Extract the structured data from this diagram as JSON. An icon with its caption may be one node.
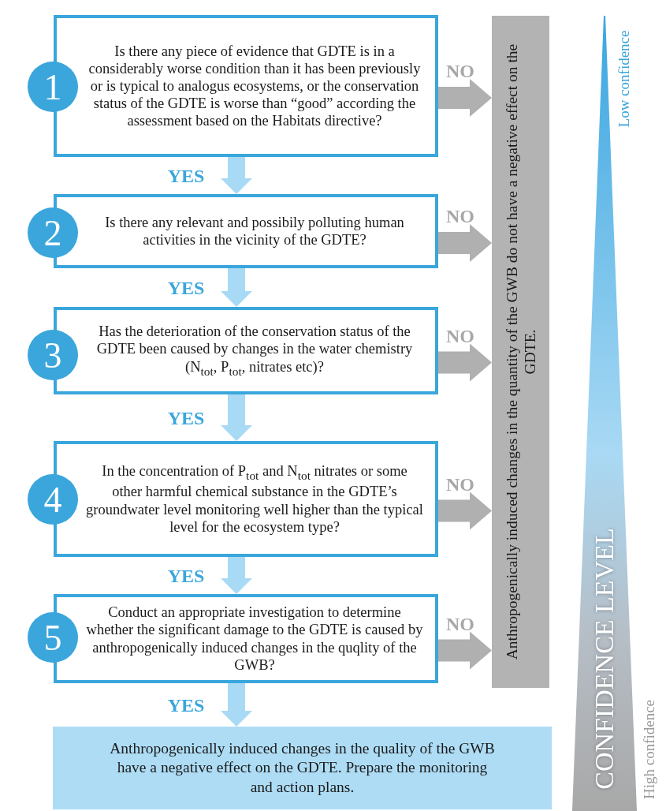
{
  "diagram": {
    "nodes": [
      {
        "text": [
          "1"
        ]
      },
      {
        "text": [
          "Is there any piece of evidence that GDTE is in a considerably worse condition than it has been previously or is typical to analogus ecosystems, or the conservation status of the GDTE is worse than “good” according the assessment based on the Habitats directive?"
        ]
      },
      {
        "text": [
          "2"
        ]
      },
      {
        "text": [
          "Is there any relevant and possibily polluting human activities in the vicinity of the GDTE?"
        ]
      },
      {
        "text": [
          "3"
        ]
      },
      {
        "text": [
          "Has the deterioration of the conservation status of the GDTE been caused by changes in the water chemistry (N$_{tot}$, P$_{tot}$, nitrates etc)?"
        ]
      },
      {
        "text": [
          "4"
        ]
      },
      {
        "text": [
          "In the concentration of P$_{tot}$ and N$_{tot}$ nitrates or some other harmful chemical substance in the GDTE’s groundwater level monitoring well higher than the typical level for the ecosystem type?"
        ]
      },
      {
        "text": [
          "5"
        ]
      },
      {
        "text": [
          "Conduct an appropriate investigation to determine whether the significant damage to the GDTE is caused by anthropogenically induced changes in the quqlity of the GWB?"
        ]
      },
      {
        "text": [
          "Anthropogenically induced changes in the quality of the GWB have a negative effect on the GDTE. Prepare the monitoring and action plans."
        ]
      },
      {
        "text": [
          "Anthropogenically induced changes in the quantity of the GWB do not have a negative effect on the GDTE."
        ]
      },
      {
        "text": [
          "CONFIDENCE LEVEL"
        ]
      }
    ],
    "edges": [
      {
        "from": 1,
        "to": 11,
        "arrow": "to",
        "label": "NO",
        "style": "thick",
        "color": "#b0b0b0"
      },
      {
        "from": 1,
        "to": 3,
        "arrow": "to",
        "label": "YES",
        "style": "thick",
        "color": "#a8daf5"
      },
      {
        "from": 3,
        "to": 11,
        "arrow": "to",
        "label": "NO",
        "style": "thick",
        "color": "#b0b0b0"
      },
      {
        "from": 3,
        "to": 5,
        "arrow": "to",
        "label": "YES",
        "style": "thick",
        "color": "#a8daf5"
      },
      {
        "from": 5,
        "to": 11,
        "arrow": "to",
        "label": "NO",
        "style": "thick",
        "color": "#b0b0b0"
      },
      {
        "from": 5,
        "to": 7,
        "arrow": "to",
        "label": "YES",
        "style": "thick",
        "color": "#a8daf5"
      },
      {
        "from": 7,
        "to": 11,
        "arrow": "to",
        "label": "NO",
        "style": "thick",
        "color": "#b0b0b0"
      },
      {
        "from": 7,
        "to": 9,
        "arrow": "to",
        "label": "YES",
        "style": "thick",
        "color": "#a8daf5"
      },
      {
        "from": 9,
        "to": 11,
        "arrow": "to",
        "label": "NO",
        "style": "thick",
        "color": "#b0b0b0"
      },
      {
        "from": 9,
        "to": 10,
        "arrow": "to",
        "label": "YES",
        "style": "thick",
        "color": "#a8daf5"
      }
    ],
    "labels": [
      "Low confidence",
      "High confidence"
    ]
  }
}
